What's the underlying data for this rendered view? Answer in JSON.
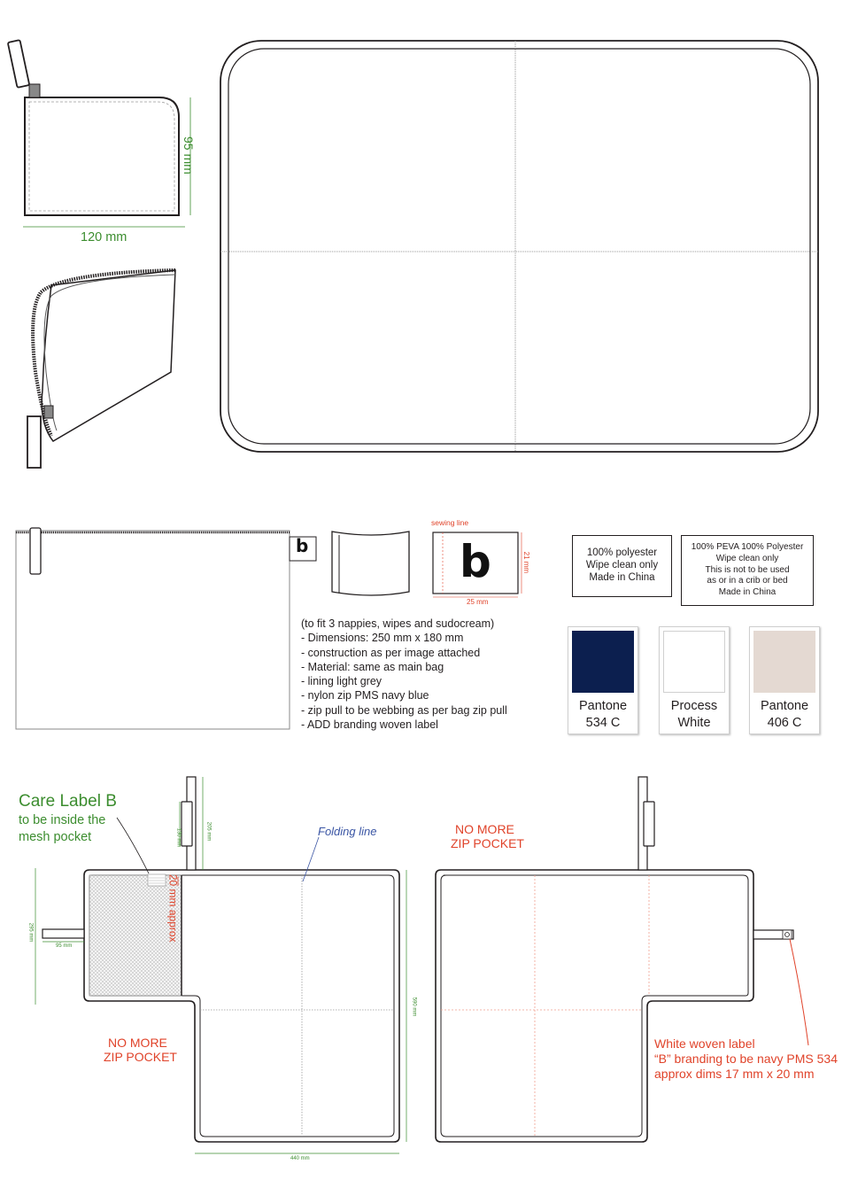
{
  "dimensions": {
    "pouch_height": "95 mm",
    "pouch_width": "120 mm",
    "label_height": "21 mm",
    "label_width": "25 mm",
    "left_tab_height": "295 mm",
    "left_tab_width": "95 mm",
    "strap_upper": "205 mm",
    "strap_lower": "130 mm",
    "mat_height": "590 mm",
    "mat_width": "440 mm",
    "zip_offset": "20 mm approx"
  },
  "label_mockup": {
    "sewing_line": "sewing line",
    "logo_letter": "b"
  },
  "pocket_notes": [
    "(to fit 3 nappies, wipes and sudocream)",
    "- Dimensions: 250 mm x 180 mm",
    "- construction as per image attached",
    "- Material:  same as main bag",
    "-  lining light grey",
    "- nylon zip PMS navy blue",
    "- zip pull to be webbing as per bag zip pull",
    "- ADD branding woven label"
  ],
  "care_labels": [
    {
      "lines": [
        "100% polyester",
        "Wipe clean only",
        "Made in China"
      ]
    },
    {
      "lines": [
        "100% PEVA  100% Polyester",
        "Wipe clean only",
        "This is not to be used",
        "as or in a crib or bed",
        "Made in China"
      ]
    }
  ],
  "swatches": [
    {
      "line1": "Pantone",
      "line2": "534 C",
      "color": "#0c1f4f"
    },
    {
      "line1": "Process",
      "line2": "White",
      "color": "#ffffff"
    },
    {
      "line1": "Pantone",
      "line2": "406 C",
      "color": "#e4d9d2"
    }
  ],
  "annotations": {
    "care_label_title": "Care Label B",
    "care_label_line2": "to be inside the",
    "care_label_line3": "mesh pocket",
    "folding_line": "Folding line",
    "no_more_zip_1": "NO MORE",
    "no_more_zip_2": "ZIP POCKET",
    "woven_label_1": "White woven label",
    "woven_label_2": "“B” branding to be navy PMS 534",
    "woven_label_3": "approx dims 17 mm x 20 mm"
  },
  "colors": {
    "dimension_green": "#3c8d2f",
    "note_red": "#e0432a",
    "folding_blue": "#3a55a4",
    "navy": "#0c1f4f"
  }
}
